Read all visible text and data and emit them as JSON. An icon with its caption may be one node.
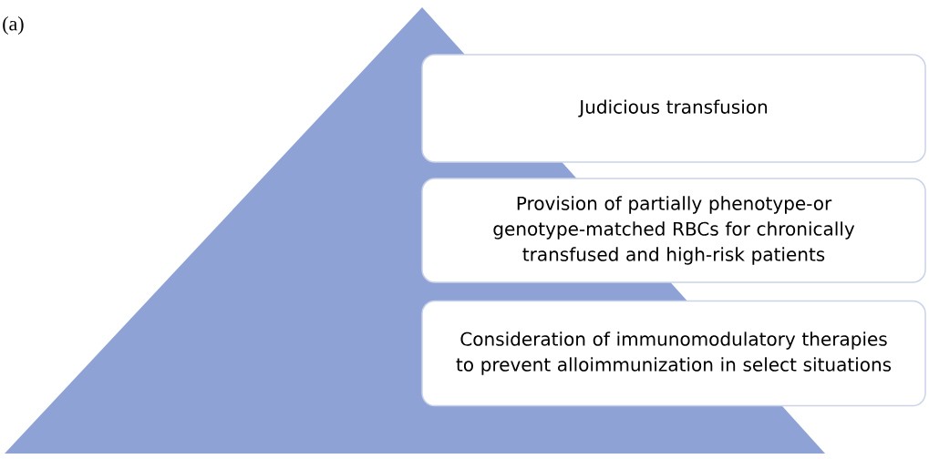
{
  "diagram": {
    "nodes": [
      {
        "text": [],
        "shape": "triangle"
      },
      {
        "text": [
          "Judicious transfusion"
        ]
      },
      {
        "text": [
          "Provision of partially phenotype-or genotype-matched RBCs for chronically transfused and high-risk patients"
        ]
      },
      {
        "text": [
          "Consideration of immunomodulatory therapies to prevent alloimmunization in select situations"
        ]
      }
    ],
    "labels": [
      "(a)"
    ]
  }
}
